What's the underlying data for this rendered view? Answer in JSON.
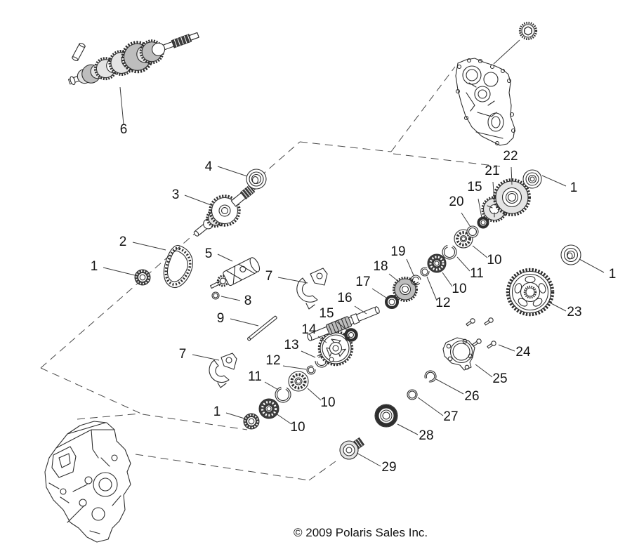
{
  "page": {
    "background": "#ffffff",
    "copyright": "© 2009 Polaris Sales Inc."
  },
  "colors": {
    "line": "#2e2e2e",
    "label": "#141414",
    "dash": "#4a4a4a"
  },
  "diagram": {
    "callouts": [
      {
        "label": "6"
      },
      {
        "label": "4"
      },
      {
        "label": "3"
      },
      {
        "label": "2"
      },
      {
        "label": "1"
      },
      {
        "label": "5"
      },
      {
        "label": "8"
      },
      {
        "label": "9"
      },
      {
        "label": "7"
      },
      {
        "label": "7"
      },
      {
        "label": "16"
      },
      {
        "label": "15"
      },
      {
        "label": "14"
      },
      {
        "label": "13"
      },
      {
        "label": "12"
      },
      {
        "label": "17"
      },
      {
        "label": "18"
      },
      {
        "label": "19"
      },
      {
        "label": "11"
      },
      {
        "label": "10"
      },
      {
        "label": "1"
      },
      {
        "label": "10"
      },
      {
        "label": "11"
      },
      {
        "label": "10"
      },
      {
        "label": "12"
      },
      {
        "label": "10"
      },
      {
        "label": "20"
      },
      {
        "label": "15"
      },
      {
        "label": "21"
      },
      {
        "label": "22"
      },
      {
        "label": "1"
      },
      {
        "label": "1"
      },
      {
        "label": "23"
      },
      {
        "label": "24"
      },
      {
        "label": "25"
      },
      {
        "label": "26"
      },
      {
        "label": "27"
      },
      {
        "label": "28"
      },
      {
        "label": "29"
      }
    ]
  }
}
